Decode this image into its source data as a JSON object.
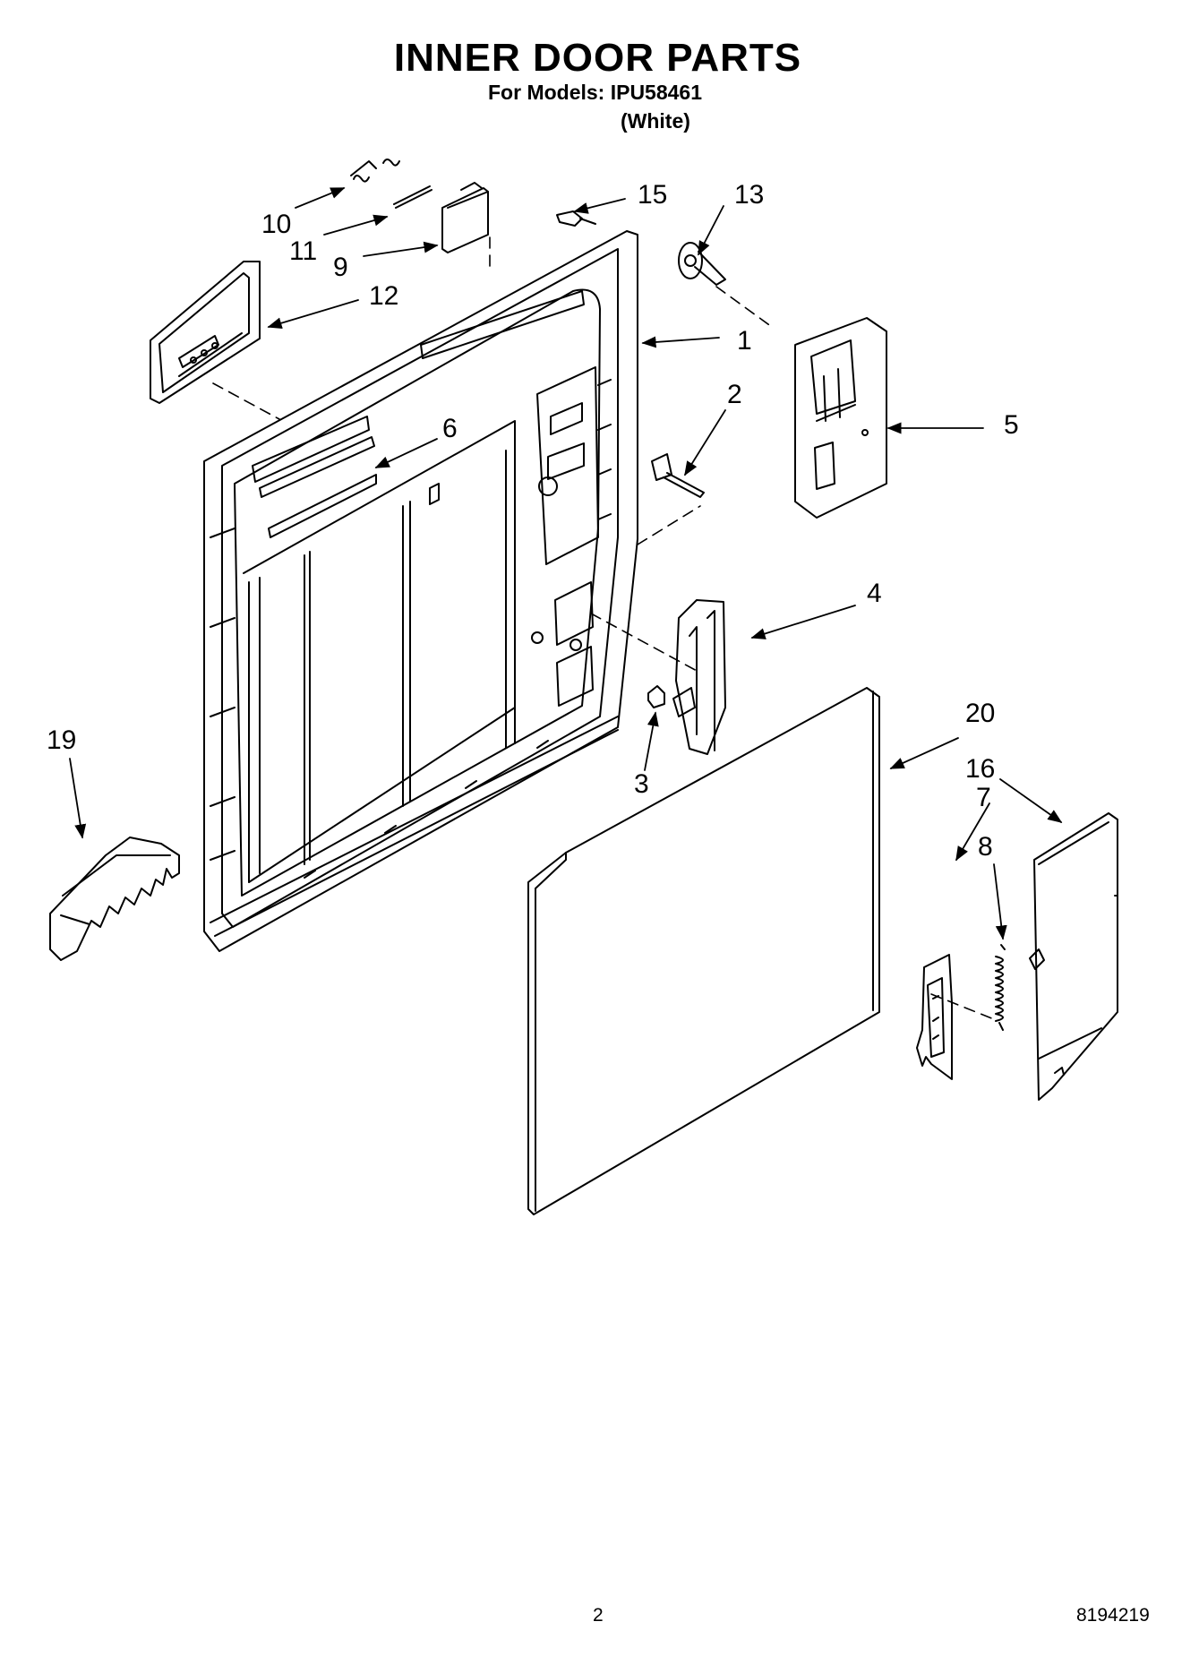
{
  "header": {
    "title": "INNER DOOR PARTS",
    "models_line": "For Models: IPU58461",
    "variant": "(White)"
  },
  "callouts": [
    "1",
    "2",
    "3",
    "4",
    "5",
    "6",
    "7",
    "8",
    "9",
    "10",
    "11",
    "12",
    "13",
    "15",
    "16",
    "19",
    "20"
  ],
  "footer": {
    "page_number": "2",
    "document_number": "8194219"
  }
}
